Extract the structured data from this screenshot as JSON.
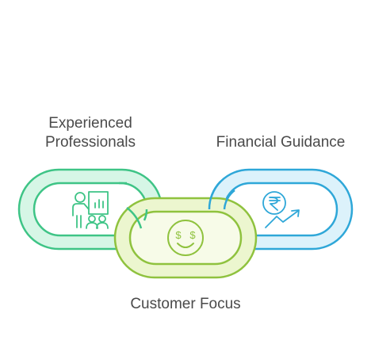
{
  "diagram": {
    "type": "interlocking-chain-links",
    "links": [
      {
        "id": "experienced",
        "label_lines": [
          "Experienced",
          "Professionals"
        ],
        "icon": "presenter-audience-icon",
        "outer_stroke": "#3ec486",
        "inner_stroke": "#3ec486",
        "band_fill": "#d6f6e6",
        "center_fill": "#ffffff"
      },
      {
        "id": "financial",
        "label_lines": [
          "Financial Guidance"
        ],
        "icon": "rupee-growth-icon",
        "outer_stroke": "#2ea7d8",
        "inner_stroke": "#2ea7d8",
        "band_fill": "#dcf2fb",
        "center_fill": "#ffffff"
      },
      {
        "id": "customer",
        "label_lines": [
          "Customer Focus"
        ],
        "icon": "money-eyes-smiley-icon",
        "outer_stroke": "#8fc23e",
        "inner_stroke": "#8fc23e",
        "band_fill": "#ecf6cf",
        "center_fill": "#f7fbe8"
      }
    ],
    "text_color": "#4a4a4a"
  }
}
